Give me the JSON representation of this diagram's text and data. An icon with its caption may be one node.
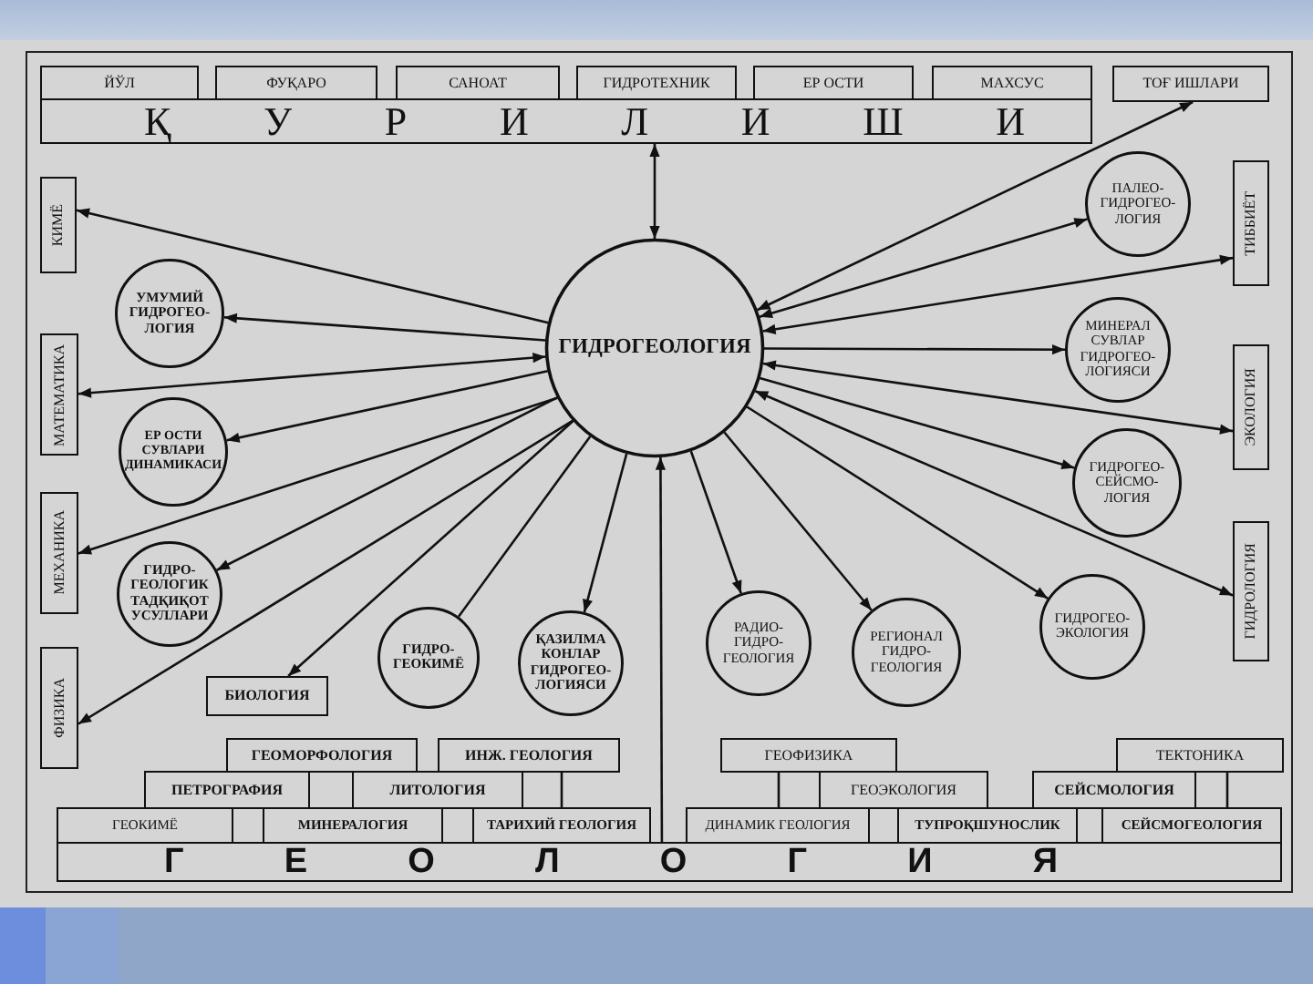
{
  "diagram": {
    "nodes": [
      {
        "text": [
          "ЙЎЛ"
        ]
      },
      {
        "text": [
          "ФУҚАРО"
        ]
      },
      {
        "text": [
          "САНОАТ"
        ]
      },
      {
        "text": [
          "ГИДРОТЕХНИК"
        ]
      },
      {
        "text": [
          "ЕР ОСТИ"
        ]
      },
      {
        "text": [
          "МАХСУС"
        ]
      },
      {
        "text": [
          "ТОҒ ИШЛАРИ"
        ]
      },
      {
        "text": [
          "Қ У Р И Л И Ш И"
        ]
      },
      {
        "text": [
          "КИМЁ"
        ]
      },
      {
        "text": [
          "ПАЛЕО- ГИДРОГЕО- ЛОГИЯ"
        ]
      },
      {
        "text": [
          "ТИББИЁТ"
        ]
      },
      {
        "text": [
          "УМУМИЙ ГИДРОГЕО- ЛОГИЯ"
        ]
      },
      {
        "text": [
          "ГИДРОГЕОЛОГИЯ"
        ]
      },
      {
        "text": [
          "МИНЕРАЛ СУВЛАР ГИДРОГЕО- ЛОГИЯСИ"
        ]
      },
      {
        "text": [
          "МАТЕМАТИКА"
        ]
      },
      {
        "text": [
          "ЭКОЛОГИЯ"
        ]
      },
      {
        "text": [
          "ЕР ОСТИ СУВЛАРИ ДИНАМИКАСИ"
        ]
      },
      {
        "text": [
          "ГИДРОГЕО- СЕЙСМО- ЛОГИЯ"
        ]
      },
      {
        "text": [
          "МЕХАНИКА"
        ]
      },
      {
        "text": [
          "ГИДРО- ГЕОЛОГИК ТАДҚИҚОТ УСУЛЛАРИ"
        ]
      },
      {
        "text": [
          "ГИДРОЛОГИЯ"
        ]
      },
      {
        "text": [
          "ГИДРОГЕО- ЭКОЛОГИЯ"
        ]
      },
      {
        "text": [
          "ГИДРО- ГЕОКИМЁ"
        ]
      },
      {
        "text": [
          "ҚАЗИЛМА КОНЛАР ГИДРОГЕО- ЛОГИЯСИ"
        ]
      },
      {
        "text": [
          "РАДИО- ГИДРО- ГЕОЛОГИЯ"
        ]
      },
      {
        "text": [
          "РЕГИОНАЛ ГИДРО- ГЕОЛОГИЯ"
        ]
      },
      {
        "text": [
          "ФИЗИКА"
        ]
      },
      {
        "text": [
          "БИОЛОГИЯ"
        ]
      },
      {
        "text": [
          "ГЕОМОРФОЛОГИЯ"
        ]
      },
      {
        "text": [
          "ИНЖ. ГЕОЛОГИЯ"
        ]
      },
      {
        "text": [
          "ГЕОФИЗИКА"
        ]
      },
      {
        "text": [
          "ТЕКТОНИКА"
        ]
      },
      {
        "text": [
          "ПЕТРОГРАФИЯ"
        ]
      },
      {
        "text": [
          "ЛИТОЛОГИЯ"
        ]
      },
      {
        "text": [
          "ГЕОЭКОЛОГИЯ"
        ]
      },
      {
        "text": [
          "СЕЙСМОЛОГИЯ"
        ]
      },
      {
        "text": [
          "ГЕОКИМЁ"
        ]
      },
      {
        "text": [
          "МИНЕРАЛОГИЯ"
        ]
      },
      {
        "text": [
          "ТАРИХИЙ ГЕОЛОГИЯ"
        ]
      },
      {
        "text": [
          "ДИНАМИК ГЕОЛОГИЯ"
        ]
      },
      {
        "text": [
          "ТУПРОҚШУНОСЛИК"
        ]
      },
      {
        "text": [
          "СЕЙСМОГЕОЛОГИЯ"
        ]
      },
      {
        "text": [
          "Г Е О Л О Г И Я"
        ]
      }
    ],
    "edges": [
      {
        "from": 12,
        "to": 7,
        "arrow": "both"
      },
      {
        "from": 12,
        "to": 6,
        "arrow": "both"
      },
      {
        "from": 12,
        "to": 9,
        "arrow": "both"
      },
      {
        "from": 12,
        "to": 10,
        "arrow": "both"
      },
      {
        "from": 12,
        "to": 8,
        "arrow": "to"
      },
      {
        "from": 12,
        "to": 11,
        "arrow": "to"
      },
      {
        "from": 12,
        "to": 14,
        "arrow": "both"
      },
      {
        "from": 12,
        "to": 13,
        "arrow": "to"
      },
      {
        "from": 12,
        "to": 15,
        "arrow": "both"
      },
      {
        "from": 12,
        "to": 16,
        "arrow": "to"
      },
      {
        "from": 12,
        "to": 17,
        "arrow": "to"
      },
      {
        "from": 12,
        "to": 18,
        "arrow": "to"
      },
      {
        "from": 12,
        "to": 19,
        "arrow": "to"
      },
      {
        "from": 12,
        "to": 20,
        "arrow": "both"
      },
      {
        "from": 12,
        "to": 21,
        "arrow": "to"
      },
      {
        "from": 12,
        "to": 26,
        "arrow": "to"
      },
      {
        "from": 12,
        "to": 27,
        "arrow": "to"
      },
      {
        "from": 12,
        "to": 22,
        "arrow": "none"
      },
      {
        "from": 12,
        "to": 23,
        "arrow": "to"
      },
      {
        "from": 12,
        "to": 24,
        "arrow": "to"
      },
      {
        "from": 12,
        "to": 25,
        "arrow": "to"
      },
      {
        "from": 42,
        "to": 12,
        "arrow": "to"
      },
      {
        "from": 29,
        "to": 38,
        "arrow": "none"
      },
      {
        "from": 30,
        "to": 39,
        "arrow": "none"
      },
      {
        "from": 31,
        "to": 41,
        "arrow": "none"
      }
    ]
  }
}
